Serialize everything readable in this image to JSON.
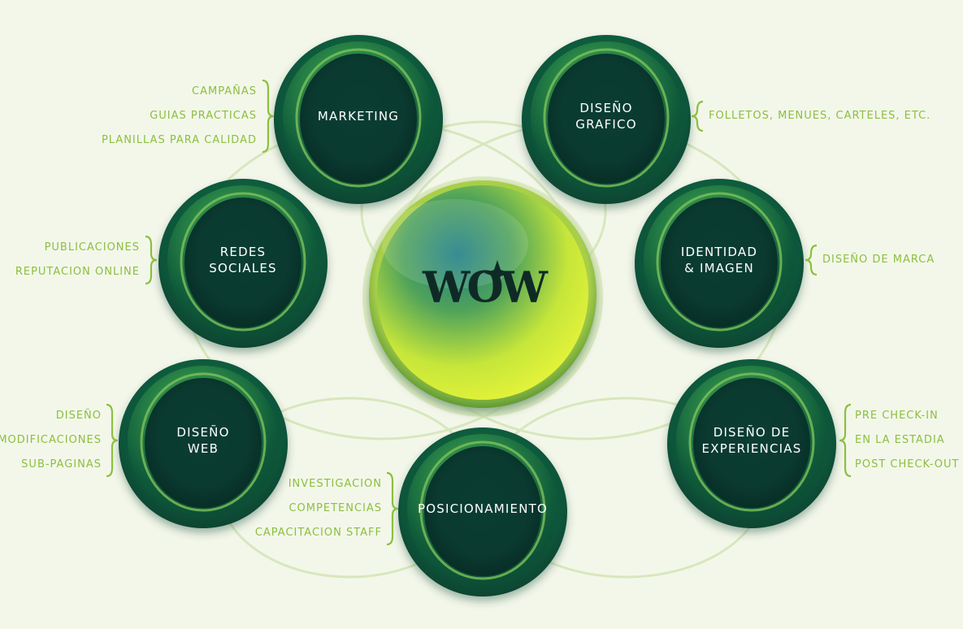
{
  "center": {
    "logo_text": "WOW"
  },
  "nodes": [
    {
      "id": "marketing",
      "lines": [
        "MARKETING"
      ],
      "items": [
        "CAMPAÑAS",
        "GUIAS PRACTICAS",
        "PLANILLAS PARA CALIDAD"
      ]
    },
    {
      "id": "diseno-grafico",
      "lines": [
        "DISEÑO",
        "GRAFICO"
      ],
      "items": [
        "FOLLETOS, MENUES, CARTELES, ETC."
      ]
    },
    {
      "id": "redes-sociales",
      "lines": [
        "REDES",
        "SOCIALES"
      ],
      "items": [
        "PUBLICACIONES",
        "REPUTACION ONLINE"
      ]
    },
    {
      "id": "identidad-imagen",
      "lines": [
        "IDENTIDAD",
        "& IMAGEN"
      ],
      "items": [
        "DISEÑO DE MARCA"
      ]
    },
    {
      "id": "diseno-web",
      "lines": [
        "DISEÑO",
        "WEB"
      ],
      "items": [
        "DISEÑO",
        "MODIFICACIONES",
        "SUB-PAGINAS"
      ]
    },
    {
      "id": "diseno-experiencias",
      "lines": [
        "DISEÑO DE",
        "EXPERIENCIAS"
      ],
      "items": [
        "PRE CHECK-IN",
        "EN LA ESTADIA",
        "POST CHECK-OUT"
      ]
    },
    {
      "id": "posicionamiento",
      "lines": [
        "POSICIONAMIENTO"
      ],
      "items": [
        "INVESTIGACION",
        "COMPETENCIAS",
        "CAPACITACION STAFF"
      ]
    }
  ],
  "colors": {
    "background": "#f3f7ea",
    "node_dark": "#0b4033",
    "node_ring": "#1f7a45",
    "node_rim": "#8fcf5a",
    "item_text": "#8cbf3f",
    "connector": "#d8e7bd",
    "center_teal": "#1f8a83",
    "center_lime": "#e3f23c"
  }
}
